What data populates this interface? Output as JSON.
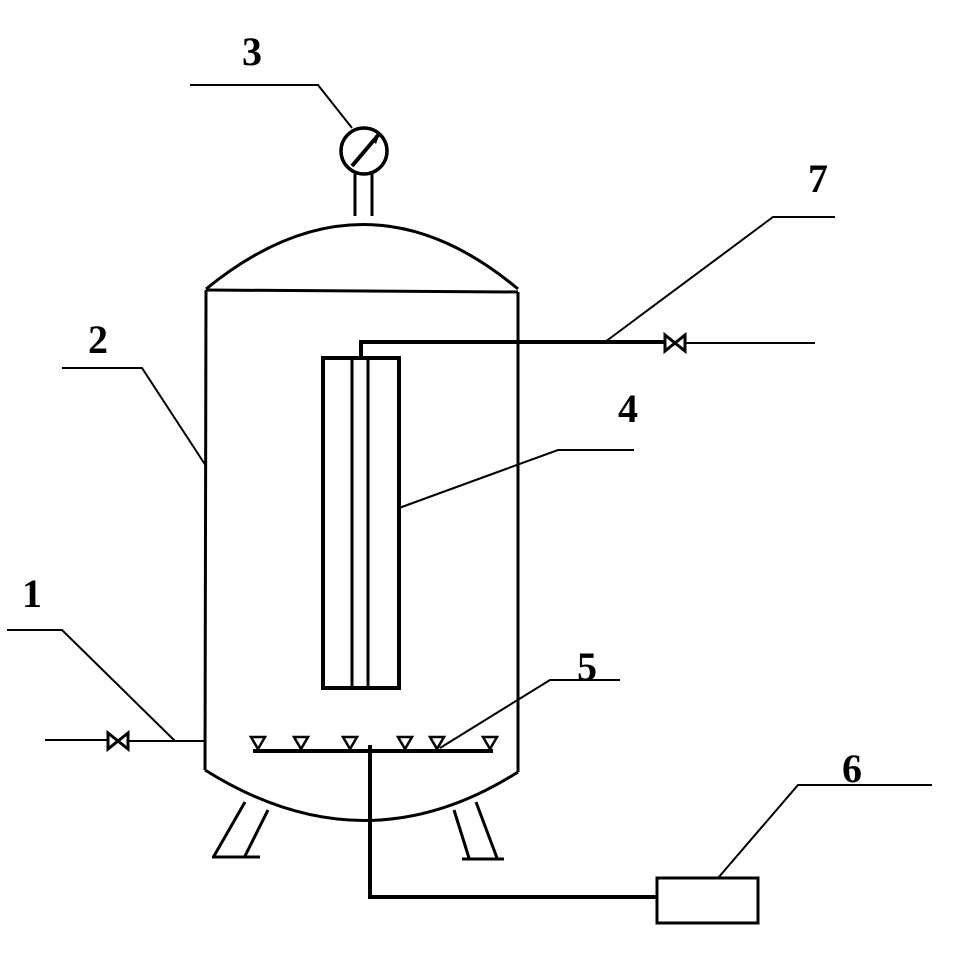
{
  "diagram": {
    "callouts": [
      {
        "id": "1",
        "label": "1"
      },
      {
        "id": "2",
        "label": "2"
      },
      {
        "id": "3",
        "label": "3"
      },
      {
        "id": "4",
        "label": "4"
      },
      {
        "id": "5",
        "label": "5"
      },
      {
        "id": "6",
        "label": "6"
      },
      {
        "id": "7",
        "label": "7"
      }
    ],
    "nozzle_count": 6,
    "colors": {
      "line": "#000000",
      "background": "#ffffff"
    }
  }
}
